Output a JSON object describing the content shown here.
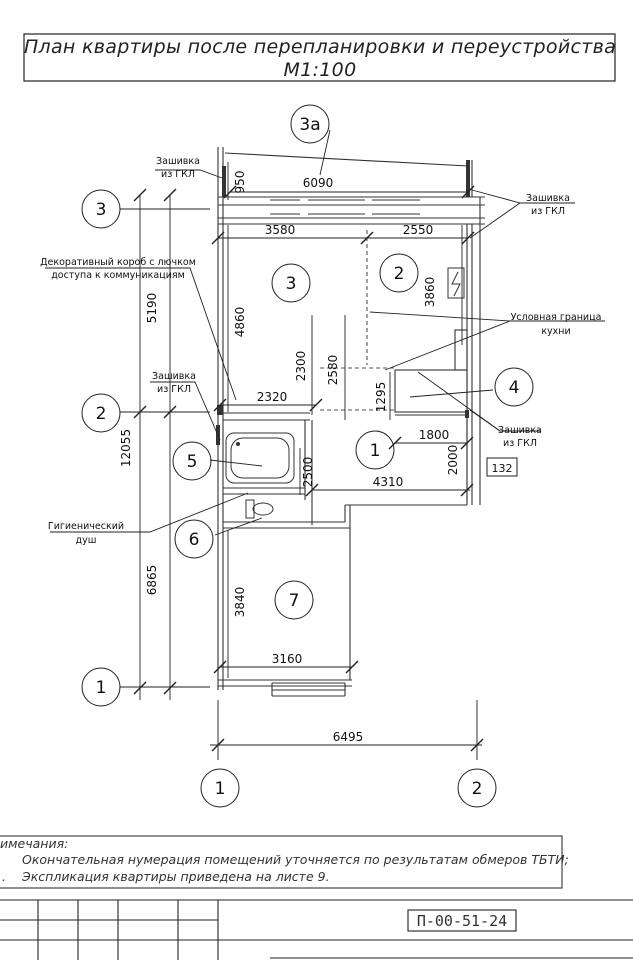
{
  "title": {
    "line1": "План квартиры после перепланировки и переустройства",
    "line2": "М1:100"
  },
  "rooms": [
    "3а",
    "3",
    "2",
    "4",
    "1",
    "5",
    "6",
    "7"
  ],
  "room_132": "132",
  "axes": {
    "left": [
      "3",
      "2",
      "1"
    ],
    "bottom": [
      "1",
      "2"
    ]
  },
  "dimensions": {
    "top_balcony_width": "6090",
    "balcony_depth": "950",
    "room3_width": "3580",
    "room2_width": "2550",
    "room3_height": "4860",
    "room2_height": "3860",
    "axis_3_2": "5190",
    "axis_total": "12055",
    "axis_2_1": "6865",
    "kitchen_2300": "2300",
    "kitchen_2580": "2580",
    "kitchen_1295": "1295",
    "w2320": "2320",
    "w1800": "1800",
    "h2000": "2000",
    "h2500": "2500",
    "w4310": "4310",
    "h3840": "3840",
    "w3160": "3160",
    "w6495": "6495"
  },
  "labels": {
    "gkl_top_left_1": "Зашивка",
    "gkl_top_left_2": "из ГКЛ",
    "gkl_right_1": "Зашивка",
    "gkl_right_2": "из ГКЛ",
    "decor_1": "Декоративный короб с лючком",
    "decor_2": "доступа к коммуникациям",
    "border_1": "Условная граница",
    "border_2": "кухни",
    "gkl_left_1": "Зашивка",
    "gkl_left_2": "из ГКЛ",
    "gkl_mid_1": "Зашивка",
    "gkl_mid_2": "из ГКЛ",
    "shower_1": "Гигиенический",
    "shower_2": "душ"
  },
  "notes": {
    "heading": "имечания:",
    "line1_num": "",
    "line1": "Окончательная нумерация помещений уточняется по результатам обмеров ТБТИ;",
    "line2_num": ".",
    "line2": "Экспликация квартиры приведена на листе 9."
  },
  "stamp": {
    "code": "П-00-51-24"
  }
}
